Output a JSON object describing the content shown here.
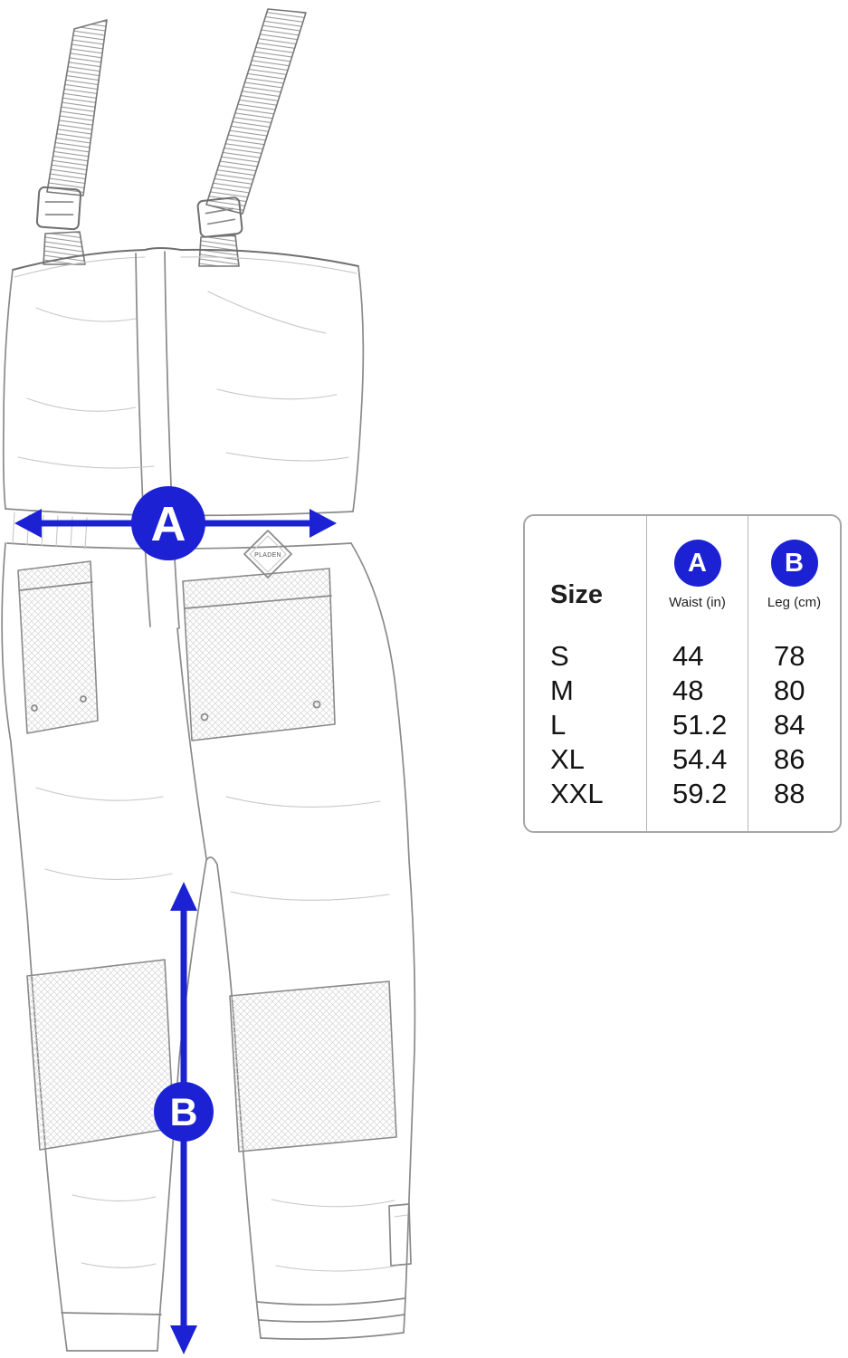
{
  "diagram": {
    "accent_color": "#1c22d4",
    "measure_a": {
      "letter": "A"
    },
    "measure_b": {
      "letter": "B"
    },
    "brand_patch": "PLADEN"
  },
  "size_table": {
    "size_label": "Size",
    "col_a": {
      "badge": "A",
      "label": "Waist (in)"
    },
    "col_b": {
      "badge": "B",
      "label": "Leg (cm)"
    },
    "rows": [
      {
        "size": "S",
        "waist": "44",
        "leg": "78"
      },
      {
        "size": "M",
        "waist": "48",
        "leg": "80"
      },
      {
        "size": "L",
        "waist": "51.2",
        "leg": "84"
      },
      {
        "size": "XL",
        "waist": "54.4",
        "leg": "86"
      },
      {
        "size": "XXL",
        "waist": "59.2",
        "leg": "88"
      }
    ]
  }
}
